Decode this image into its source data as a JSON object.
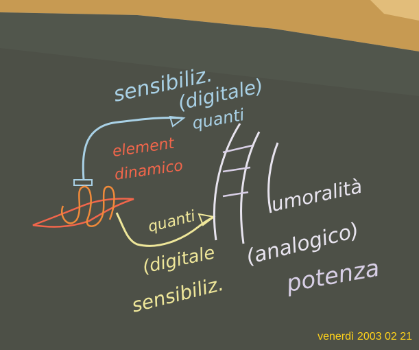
{
  "colors": {
    "board": "#4d5047",
    "frame_wood": "#c79a52",
    "chalk_blue": "#a9d1e6",
    "chalk_red": "#f2664b",
    "chalk_orange": "#f08a3a",
    "chalk_yellow": "#efe79a",
    "chalk_white": "#e8e4ef",
    "chalk_lilac": "#d8cfe6",
    "date_stamp": "#ffd21a"
  },
  "chalk_text": {
    "sensibiliz_top": "sensibiliz.",
    "digitale_top": "(digitale)",
    "quanti_top": "quanti",
    "element_line1": "element",
    "element_line2": "dinamico",
    "quanti_bottom": "quanti",
    "digitale_bottom": "(digitale",
    "sensibiliz_bottom": "sensibiliz.",
    "umoralita": "umoralità",
    "analogico": "(analogico)",
    "potenza": "potenza"
  },
  "date_stamp": "venerdì 2003 02 21"
}
